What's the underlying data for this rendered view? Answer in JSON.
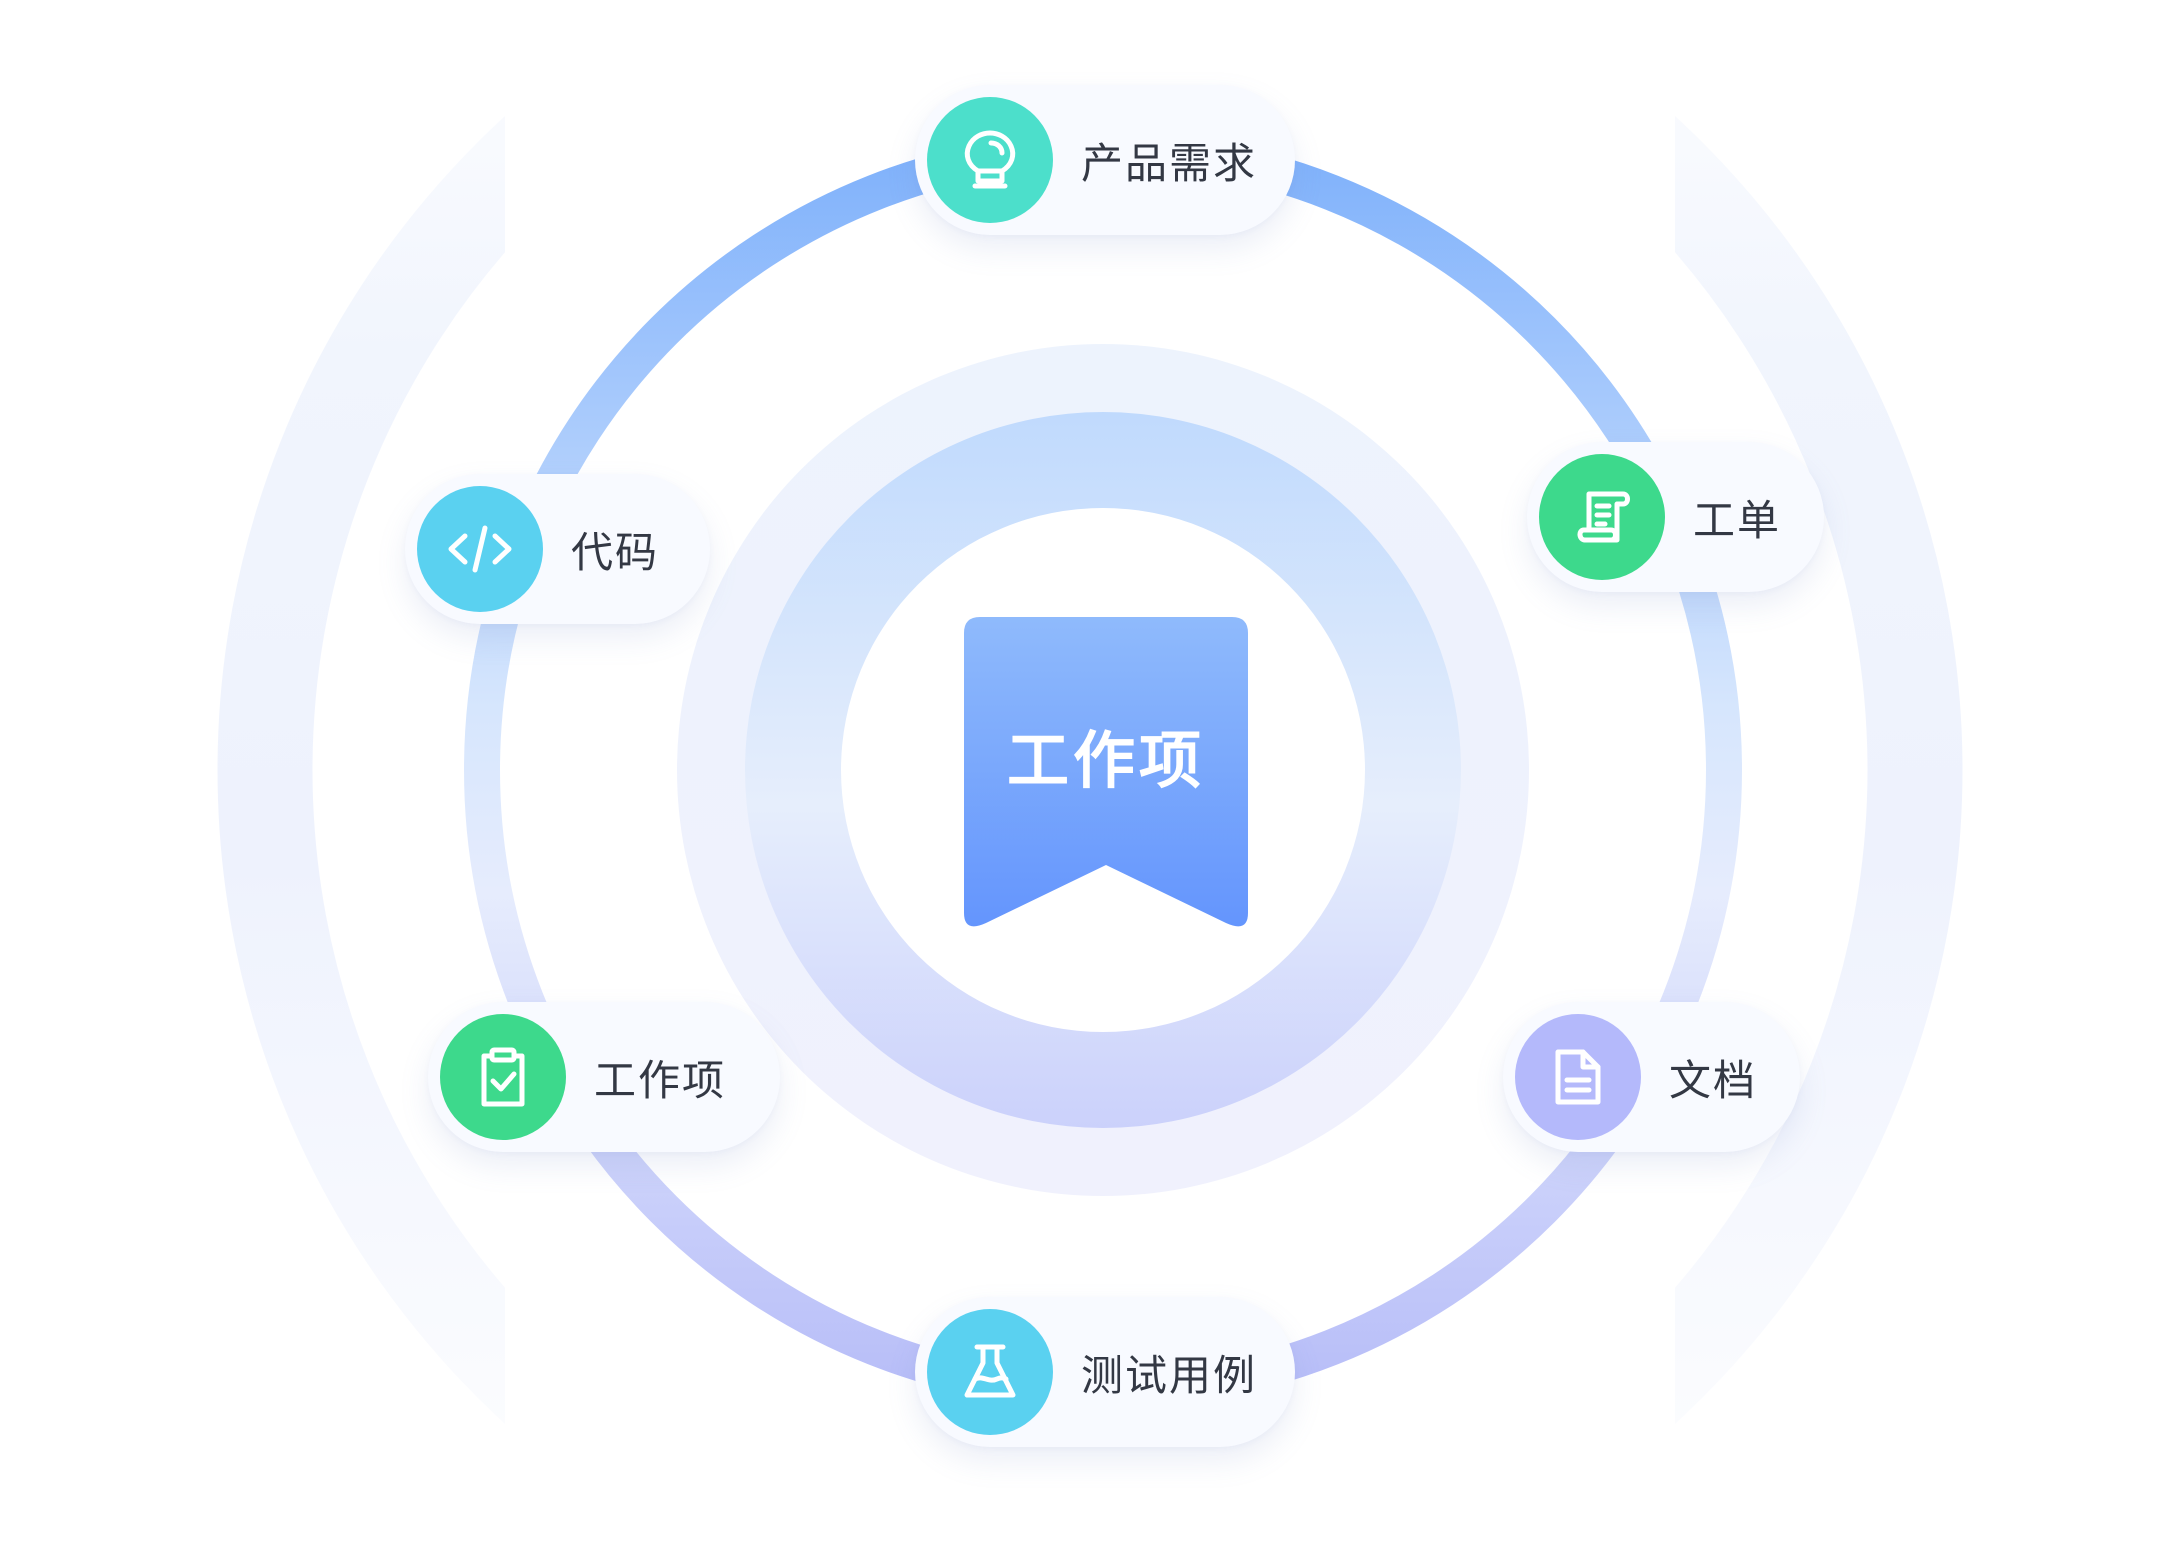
{
  "center": {
    "label": "工作项"
  },
  "nodes": {
    "product_requirements": {
      "label": "产品需求",
      "icon": "lightbulb-icon",
      "color": "#4cdfcb"
    },
    "ticket": {
      "label": "工单",
      "icon": "scroll-icon",
      "color": "#3dd98c"
    },
    "document": {
      "label": "文档",
      "icon": "document-icon",
      "color": "#b4b9fb"
    },
    "test_case": {
      "label": "测试用例",
      "icon": "flask-icon",
      "color": "#5ad1f0"
    },
    "work_item": {
      "label": "工作项",
      "icon": "clipboard-check-icon",
      "color": "#3dd98c"
    },
    "code": {
      "label": "代码",
      "icon": "code-icon",
      "color": "#5ad1f0"
    }
  }
}
